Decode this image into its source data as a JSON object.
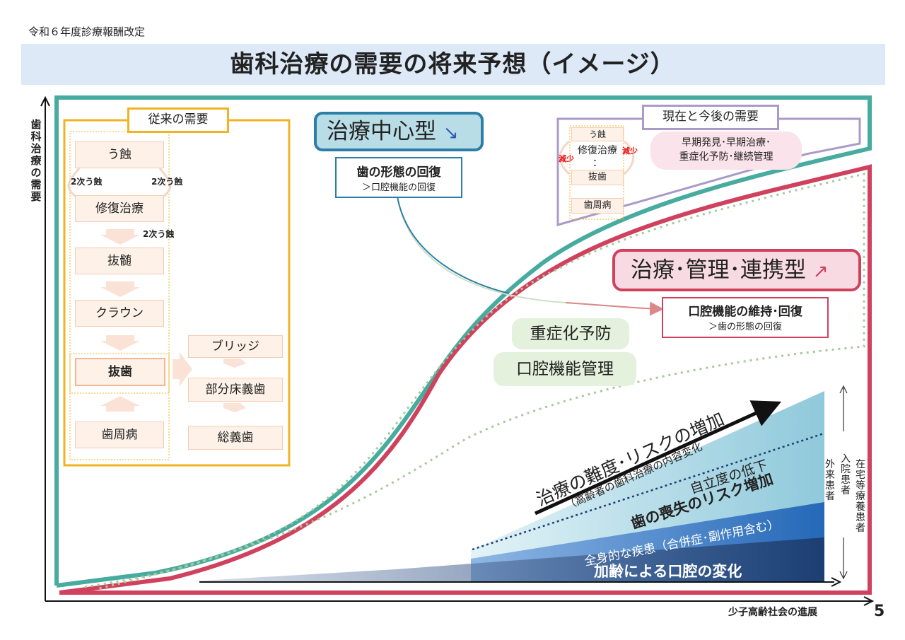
{
  "header": {
    "revision": "令和６年度診療報酬改定",
    "title": "歯科治療の需要の将来予想（イメージ）",
    "page": "5"
  },
  "axes": {
    "y_label": "歯科治療の需要",
    "x_label": "少子高齢社会の進展"
  },
  "conventional": {
    "label": "従来の需要",
    "steps": [
      "う蝕",
      "修復治療",
      "抜髄",
      "クラウン",
      "抜歯",
      "歯周病"
    ],
    "secondary_caries": [
      "2次う蝕",
      "2次う蝕",
      "2次う蝕"
    ],
    "prosthetics": [
      "ブリッジ",
      "部分床義歯",
      "総義歯"
    ]
  },
  "treatment_centered": {
    "label": "治療中心型",
    "icon": "down-arrow-icon",
    "goal": "歯の形態の回復",
    "sub": "＞口腔機能の回復"
  },
  "current_future": {
    "label": "現在と今後の需要",
    "items": [
      "う蝕",
      "修復治療",
      "：",
      "抜歯",
      "歯周病"
    ],
    "decrease": [
      "減少",
      "減少"
    ],
    "focus_line1": "早期発見･早期治療･",
    "focus_line2": "重症化予防･継続管理"
  },
  "management_type": {
    "label": "治療･管理･連携型",
    "icon": "up-arrow-icon",
    "goal": "口腔機能の維持･回復",
    "sub": "＞歯の形態の回復"
  },
  "services": [
    "重症化予防",
    "口腔機能管理"
  ],
  "factors": {
    "difficulty": "治療の難度･リスクの増加",
    "difficulty_sub": "（高齢者の歯科治療の内容変化",
    "independence": "自立度の低下",
    "tooth_loss": "歯の喪失のリスク増加",
    "systemic": "全身的な疾患（合併症･副作用含む）",
    "aging": "加齢による口腔の変化"
  },
  "patients": [
    "外来患者",
    "入院患者",
    "在宅等療養患者"
  ],
  "colors": {
    "teal": "#47ab9f",
    "pink": "#d0415e",
    "gold": "#f0b323",
    "lavender": "#a99ac8",
    "blue": "#2b7fa6",
    "navy": "#1c3e73",
    "light_blue": "#8fc9db",
    "green_dot": "#a8c99a"
  }
}
